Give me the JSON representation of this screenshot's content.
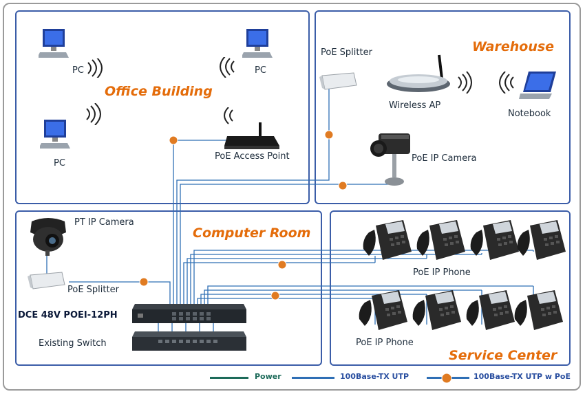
{
  "zones": {
    "office": "Office Building",
    "warehouse": "Warehouse",
    "computer_room": "Computer Room",
    "service_center": "Service Center"
  },
  "devices": {
    "pc_1": "PC",
    "pc_2": "PC",
    "pc_3": "PC",
    "poe_access_point": "PoE Access Point",
    "poe_splitter_wh": "PoE Splitter",
    "wireless_ap": "Wireless AP",
    "notebook": "Notebook",
    "poe_ip_camera": "PoE IP Camera",
    "pt_ip_camera": "PT IP Camera",
    "poe_splitter_cr": "PoE Splitter",
    "injector_model": "DCE 48V POEI-12PH",
    "existing_switch": "Existing Switch",
    "poe_ip_phone_1": "PoE IP Phone",
    "poe_ip_phone_2": "PoE IP Phone"
  },
  "legend": {
    "power": "Power",
    "utp": "100Base-TX UTP",
    "poe": "100Base-TX UTP w PoE",
    "poe_badge": "PoE"
  },
  "colors": {
    "zone_border": "#3b5da8",
    "zone_title": "#e46c0a",
    "utp_line": "#2f6fb5",
    "power_line": "#1d6b5a",
    "poe_badge": "#e07b22"
  }
}
